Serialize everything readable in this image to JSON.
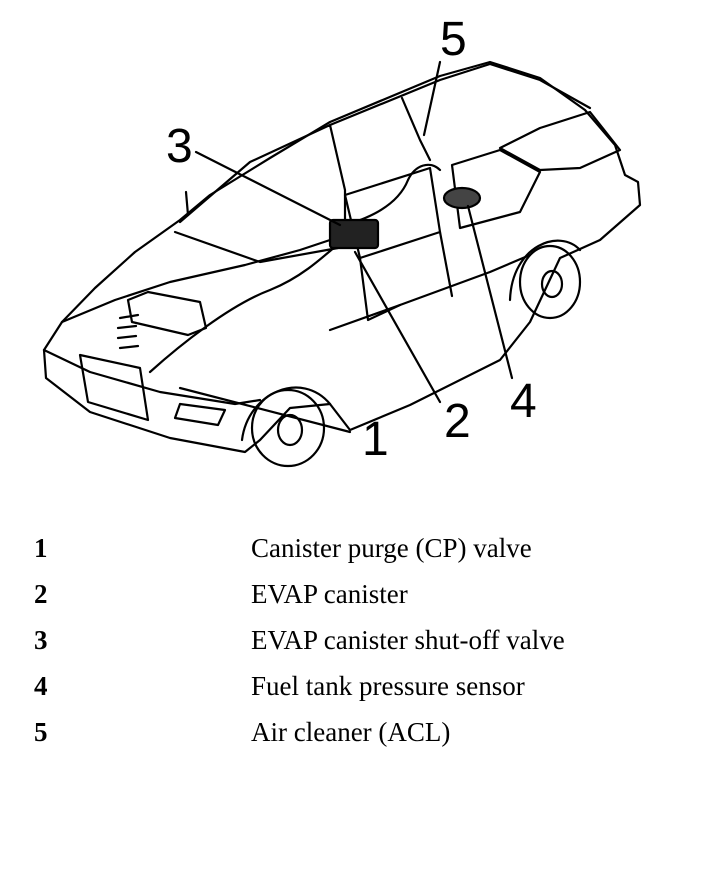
{
  "callouts": [
    "1",
    "2",
    "3",
    "4",
    "5"
  ],
  "legend": [
    {
      "num": "1",
      "desc": "Canister purge (CP) valve"
    },
    {
      "num": "2",
      "desc": "EVAP canister"
    },
    {
      "num": "3",
      "desc": "EVAP canister shut-off valve"
    },
    {
      "num": "4",
      "desc": "Fuel tank pressure sensor"
    },
    {
      "num": "5",
      "desc": "Air cleaner (ACL)"
    }
  ]
}
